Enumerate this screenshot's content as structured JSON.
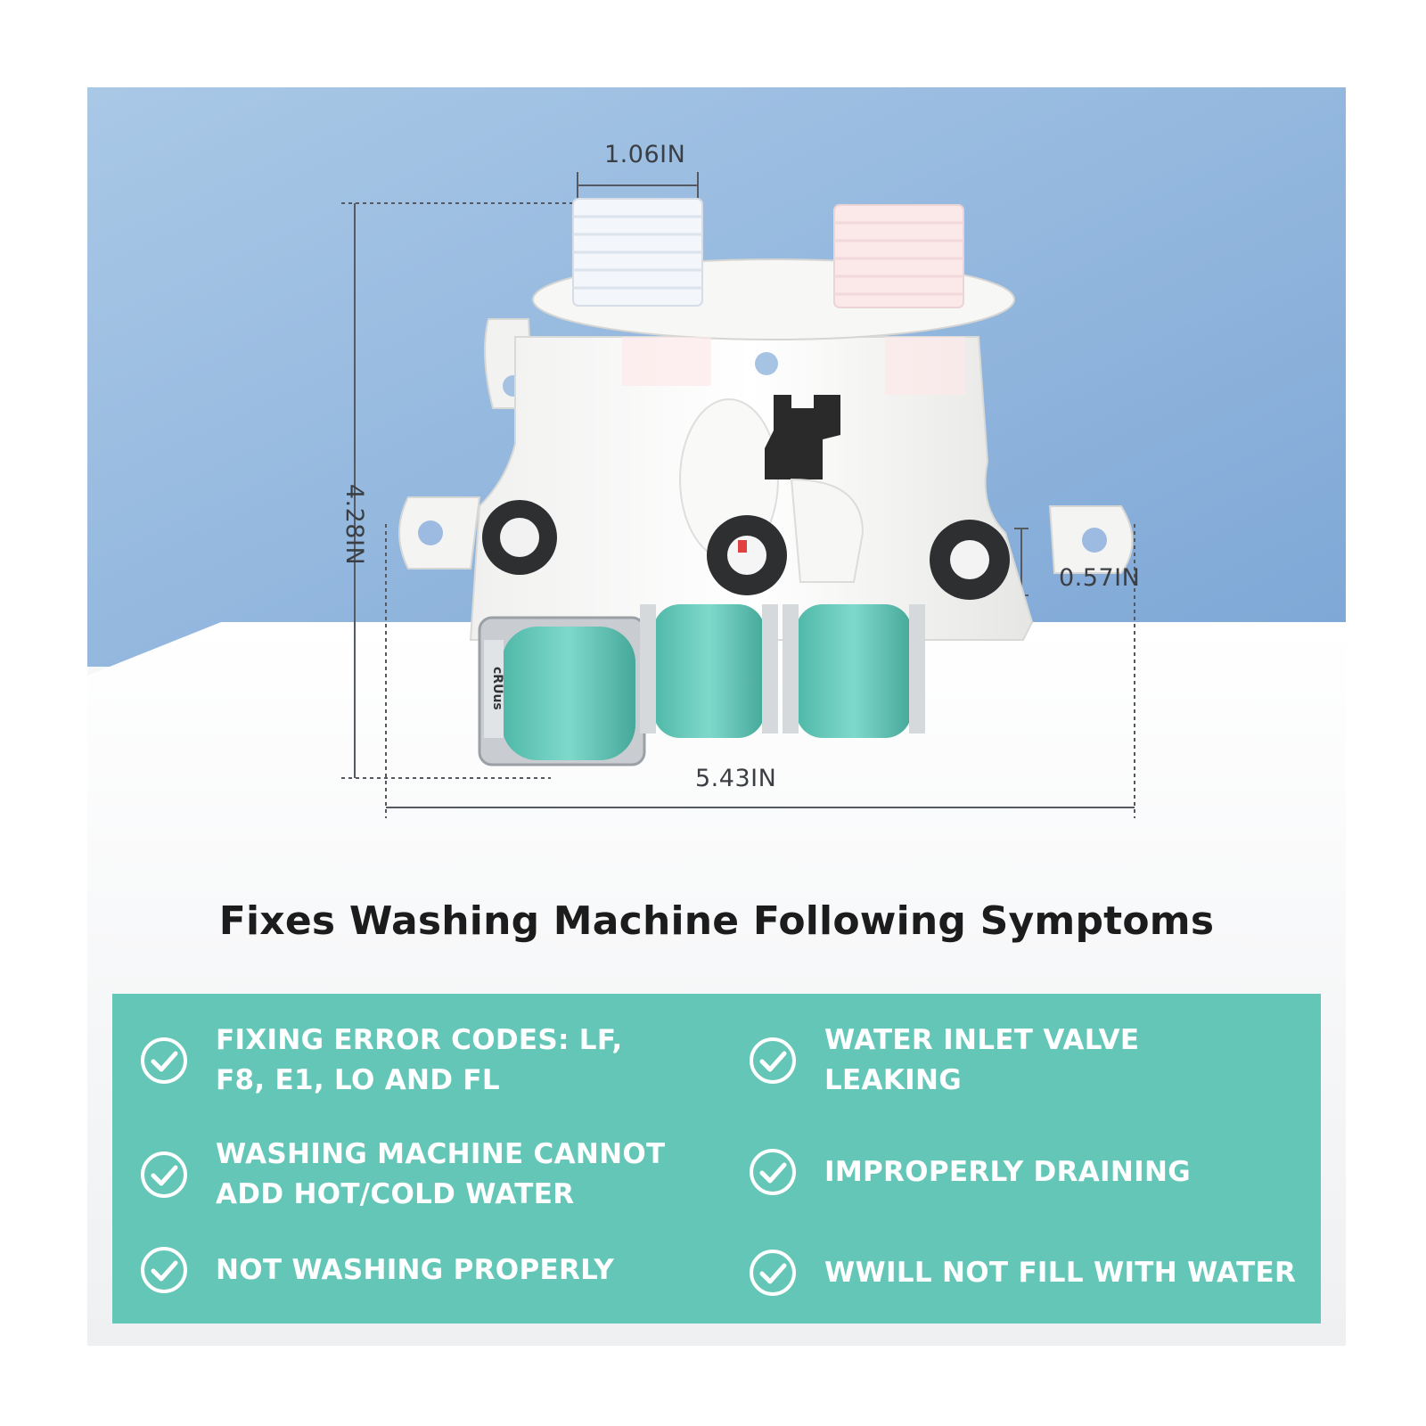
{
  "dimensions": {
    "inlet_width": "1.06IN",
    "height": "4.28IN",
    "outlet_diameter": "0.57IN",
    "length": "5.43IN"
  },
  "heading": "Fixes Washing Machine Following Symptoms",
  "symptoms": {
    "left": [
      {
        "line1": "FIXING ERROR CODES: LF,",
        "line2": "F8, E1, LO AND FL"
      },
      {
        "line1": "WASHING MACHINE CANNOT",
        "line2": "ADD HOT/COLD WATER"
      },
      {
        "line1": "NOT WASHING PROPERLY",
        "line2": ""
      }
    ],
    "right": [
      {
        "line1": "WATER INLET VALVE",
        "line2": "LEAKING"
      },
      {
        "line1": "IMPROPERLY DRAINING",
        "line2": ""
      },
      {
        "line1": "WWILL NOT FILL WITH WATER",
        "line2": ""
      }
    ]
  },
  "icons": {
    "check": "check-circle-icon",
    "coil_logo": "certification-mark-icon"
  },
  "colors": {
    "panel": "#63c6b7",
    "background_top": "#8fb4dc",
    "coil": "#5cc4b4",
    "heading_text": "#1c1c1c"
  }
}
